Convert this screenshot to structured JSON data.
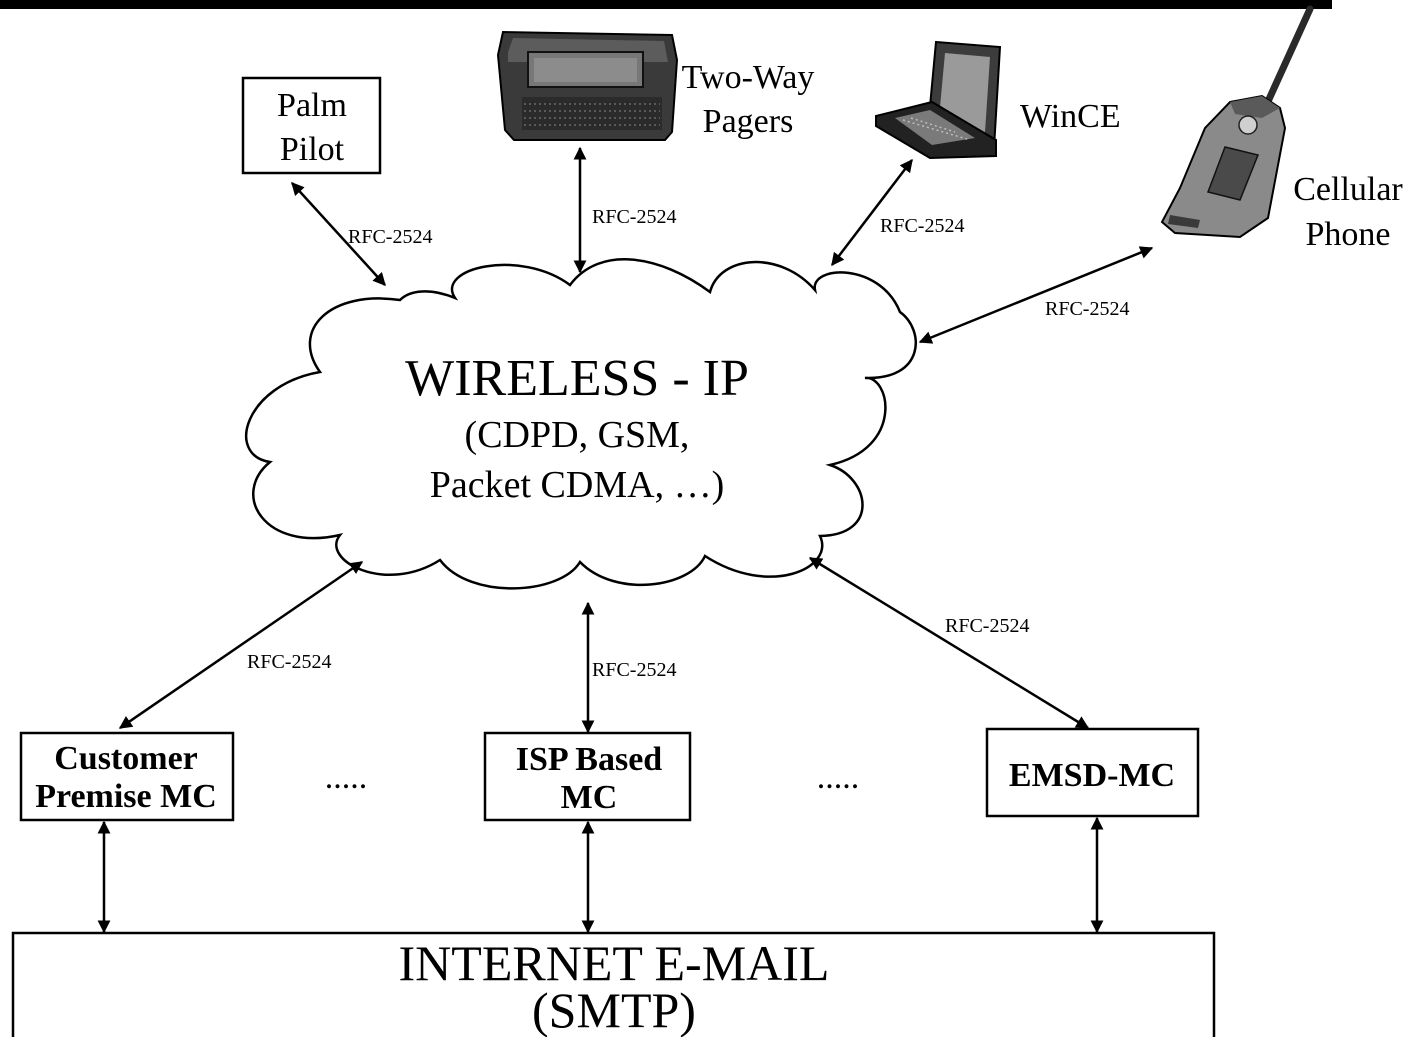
{
  "devices": {
    "palm_pilot": [
      "Palm",
      "Pilot"
    ],
    "pagers": [
      "Two-Way",
      "Pagers"
    ],
    "wince": "WinCE",
    "cellular": [
      "Cellular",
      "Phone"
    ]
  },
  "cloud": {
    "title": "WIRELESS - IP",
    "line2": "(CDPD, GSM,",
    "line3": "Packet CDMA, …)"
  },
  "link_label": "RFC-2524",
  "centers": {
    "customer": [
      "Customer",
      "Premise MC"
    ],
    "isp": [
      "ISP Based",
      "MC"
    ],
    "emsd": "EMSD-MC",
    "ellipsis": "....."
  },
  "internet": {
    "title": "INTERNET E-MAIL",
    "subtitle": "(SMTP)"
  }
}
